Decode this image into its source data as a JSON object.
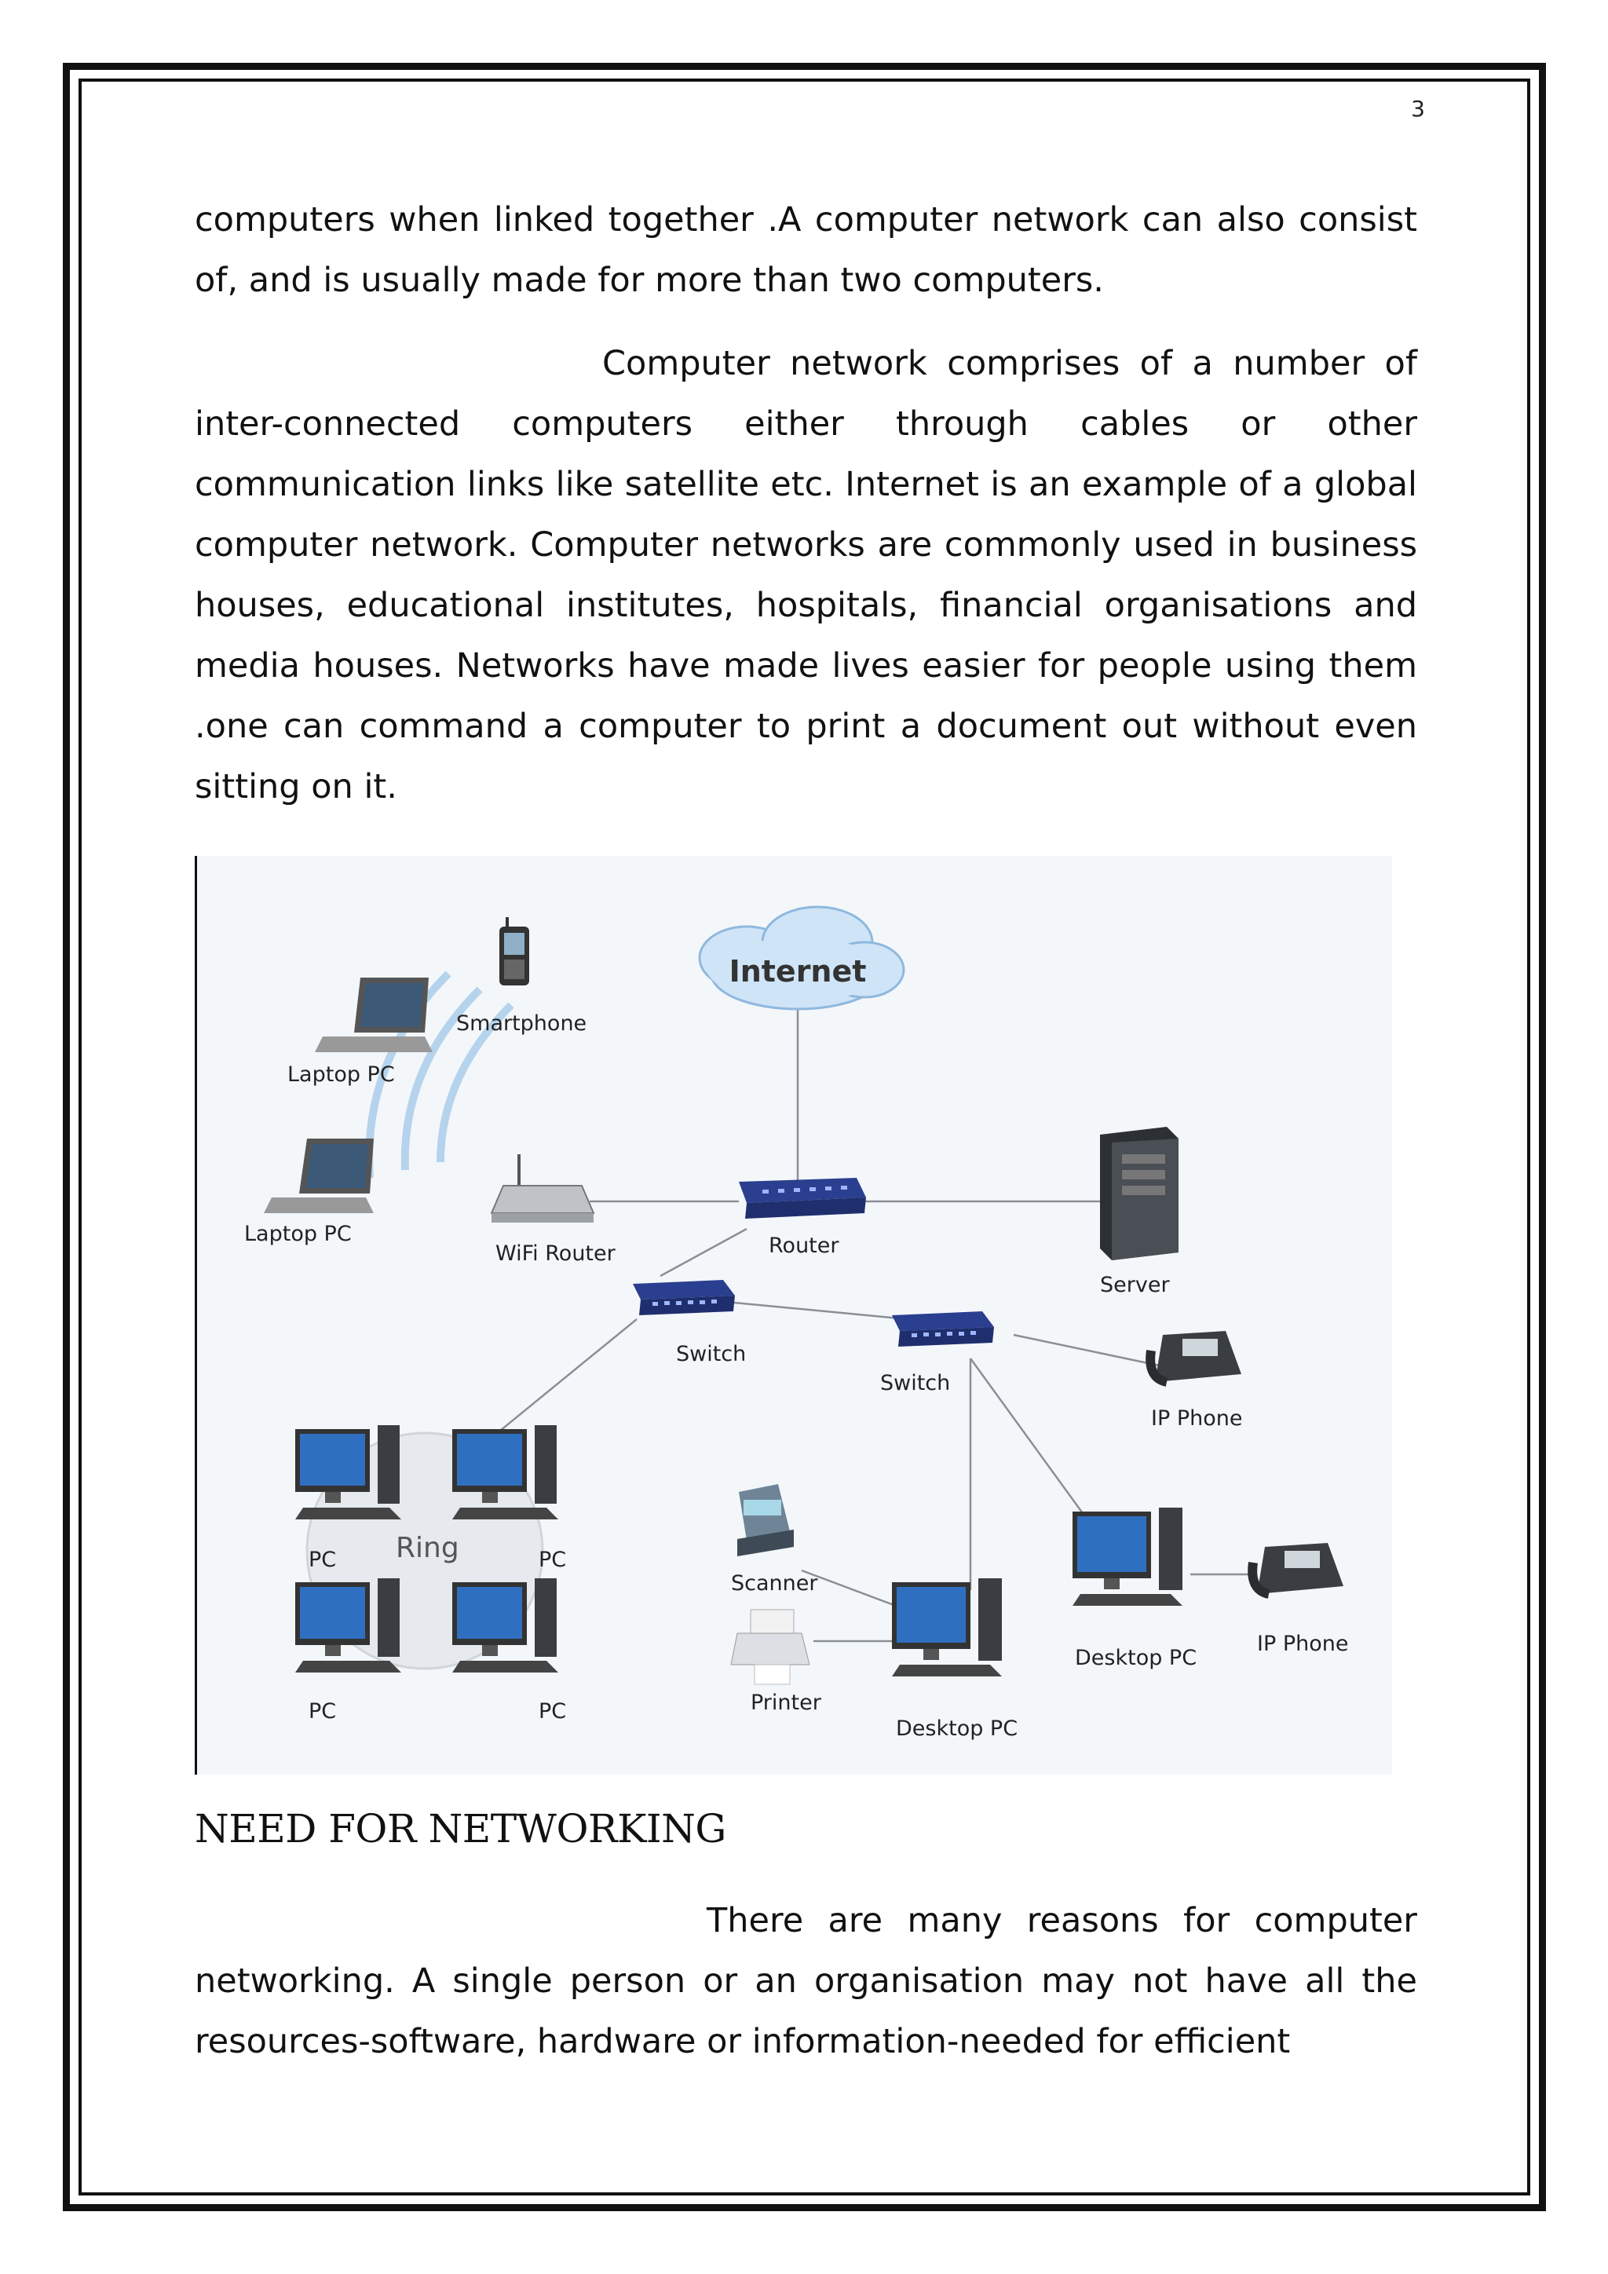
{
  "page": {
    "number": "3",
    "paragraph_1": "computers when linked together .A computer network can also consist of, and is usually made for more than two computers.",
    "paragraph_2": "Computer network comprises of a number of inter-connected computers either through cables or other communication links like satellite etc. Internet is an example of a global computer network. Computer networks are commonly used in business houses, educational institutes, hospitals, financial organisations and media houses. Networks have made lives easier for people using them .one can command a computer to print a document out without even sitting on it.",
    "heading": "NEED FOR NETWORKING",
    "paragraph_3": "There are many reasons for computer networking. A single person or an organisation may not have all the resources-software, hardware or information-needed for efficient"
  },
  "diagram": {
    "labels": {
      "internet": "Internet",
      "smartphone": "Smartphone",
      "laptop_1": "Laptop PC",
      "laptop_2": "Laptop PC",
      "wifi_router": "WiFi Router",
      "router": "Router",
      "server": "Server",
      "switch_1": "Switch",
      "switch_2": "Switch",
      "ip_phone_1": "IP Phone",
      "ring": "Ring",
      "pc_1": "PC",
      "pc_2": "PC",
      "pc_3": "PC",
      "pc_4": "PC",
      "scanner": "Scanner",
      "printer": "Printer",
      "desktop_1": "Desktop PC",
      "desktop_2": "Desktop PC",
      "ip_phone_2": "IP Phone"
    }
  }
}
